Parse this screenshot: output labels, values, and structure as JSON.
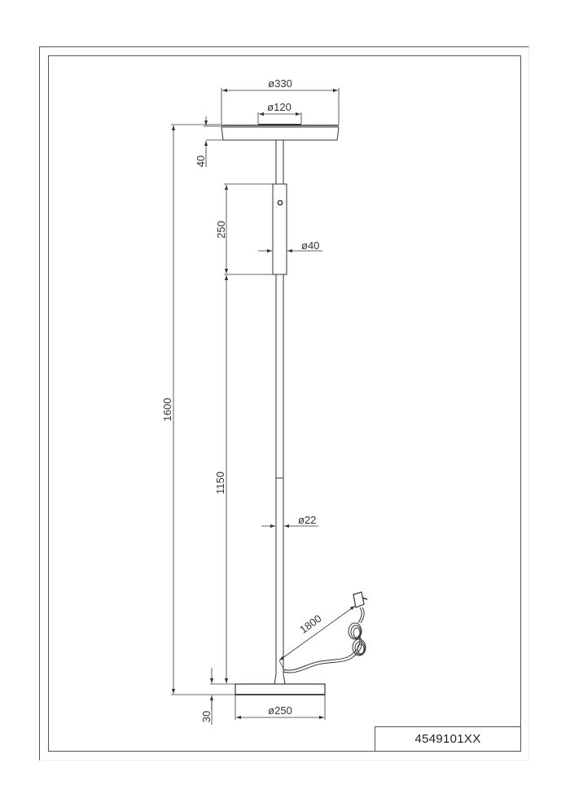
{
  "drawing": {
    "title_block": {
      "model_number": "4549101XX"
    },
    "product": "floor lamp",
    "units": "mm",
    "dimensions": {
      "head_diameter": "ø330",
      "head_inner_diameter": "ø120",
      "head_height": "40",
      "switch_length": "250",
      "switch_diameter": "ø40",
      "total_height": "1600",
      "pole_lower_length": "1150",
      "pole_diameter": "ø22",
      "cable_length": "1800",
      "base_height": "30",
      "base_diameter": "ø250"
    },
    "colors": {
      "line": "#333333",
      "frame": "#555555",
      "background": "#ffffff"
    }
  }
}
